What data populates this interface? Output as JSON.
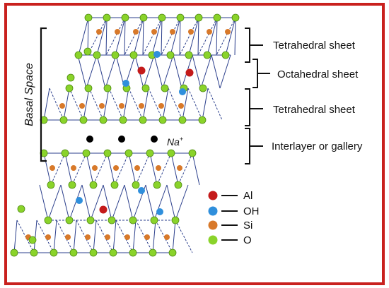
{
  "frame": {
    "border_color": "#c9211e"
  },
  "basal_space": {
    "label": "Basal Space"
  },
  "sheets": [
    {
      "label": "Tetrahedral sheet"
    },
    {
      "label": "Octahedral sheet"
    },
    {
      "label": "Tetrahedral sheet"
    },
    {
      "label": "Interlayer or gallery"
    }
  ],
  "cation": {
    "label": "Na",
    "superscript": "+"
  },
  "legend": [
    {
      "label": "Al",
      "color": "#c41a1a"
    },
    {
      "label": "OH",
      "color": "#2f8fdc"
    },
    {
      "label": "Si",
      "color": "#d8792a"
    },
    {
      "label": "O",
      "color": "#8ad32a"
    }
  ],
  "colors": {
    "bond": "#2b3f8c",
    "oxygen": "#8ad32a",
    "silicon": "#d8792a",
    "aluminium": "#c41a1a",
    "hydroxyl": "#2f8fdc",
    "sodium": "#000000"
  }
}
